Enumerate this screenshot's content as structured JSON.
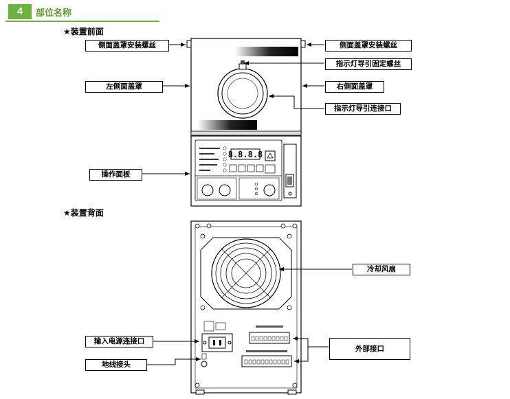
{
  "section": {
    "number": "4",
    "title": "部位名称",
    "accent_color": "#6bb33a"
  },
  "front": {
    "heading": "★装置前面",
    "labels": {
      "side_cover_screw_left": "侧面盖罩安装螺丝",
      "side_cover_screw_right": "侧面盖罩安装螺丝",
      "light_guide_fix_screw": "指示灯导引固定螺丝",
      "left_side_cover": "左侧面盖罩",
      "right_side_cover": "右侧面盖罩",
      "light_guide_port": "指示灯导引连接口",
      "control_panel": "操作面板"
    },
    "display_value": "8.8.8.8"
  },
  "back": {
    "heading": "★装置背面",
    "labels": {
      "cooling_fan": "冷却风扇",
      "power_input": "输入电源连接口",
      "external_interface": "外部接口",
      "ground_terminal": "地线接头"
    }
  }
}
